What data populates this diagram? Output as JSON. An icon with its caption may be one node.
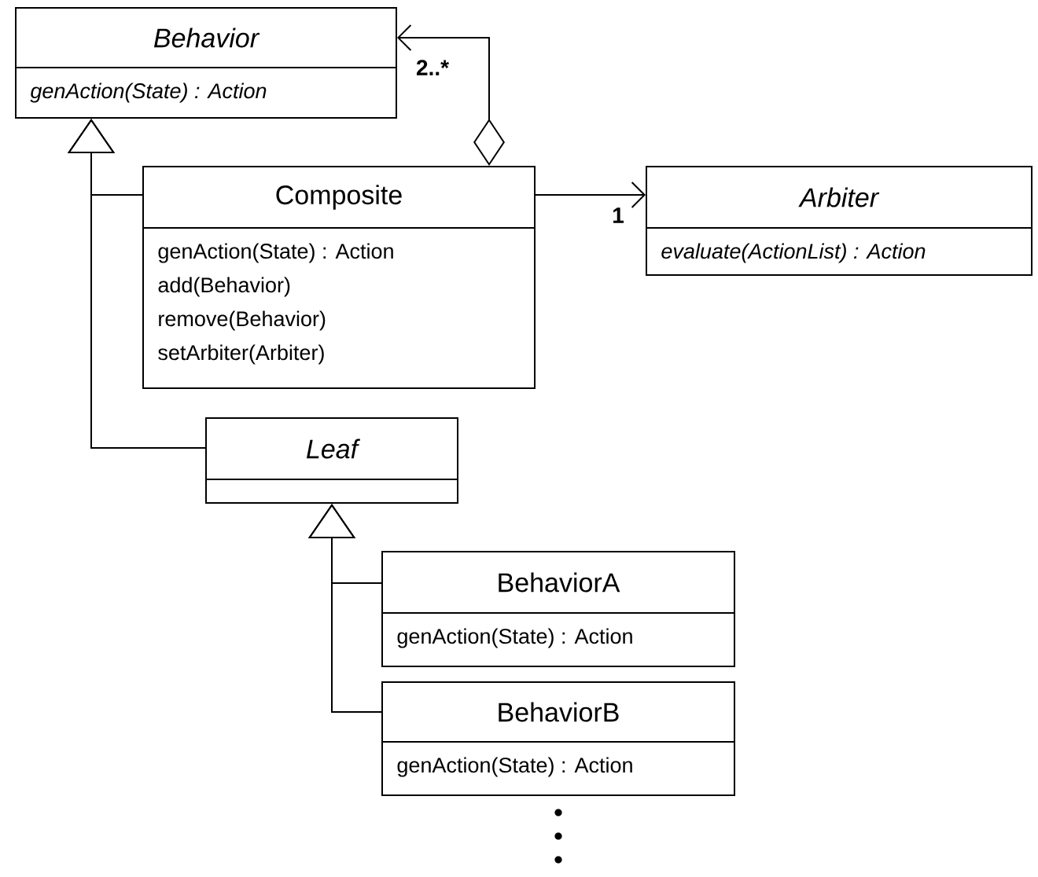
{
  "diagram": {
    "nodes": [
      {
        "text": [
          "Behavior",
          "genAction(State) : Action"
        ]
      },
      {
        "text": [
          "Composite",
          "genAction(State) : Action",
          "add(Behavior)",
          "remove(Behavior)",
          "setArbiter(Arbiter)"
        ]
      },
      {
        "text": [
          "Arbiter",
          "evaluate(ActionList) : Action"
        ]
      },
      {
        "text": [
          "Leaf"
        ]
      },
      {
        "text": [
          "BehaviorA",
          "genAction(State) : Action"
        ]
      },
      {
        "text": [
          "BehaviorB",
          "genAction(State) : Action"
        ]
      }
    ],
    "edges": [
      {
        "from": 1,
        "to": 0,
        "arrow": "to"
      },
      {
        "from": 3,
        "to": 0,
        "arrow": "to"
      },
      {
        "from": 1,
        "to": 0,
        "arrow": "to",
        "label": "2..*"
      },
      {
        "from": 1,
        "to": 2,
        "arrow": "to",
        "label": "1"
      },
      {
        "from": 4,
        "to": 3,
        "arrow": "to"
      },
      {
        "from": 5,
        "to": 3,
        "arrow": "to"
      }
    ]
  }
}
